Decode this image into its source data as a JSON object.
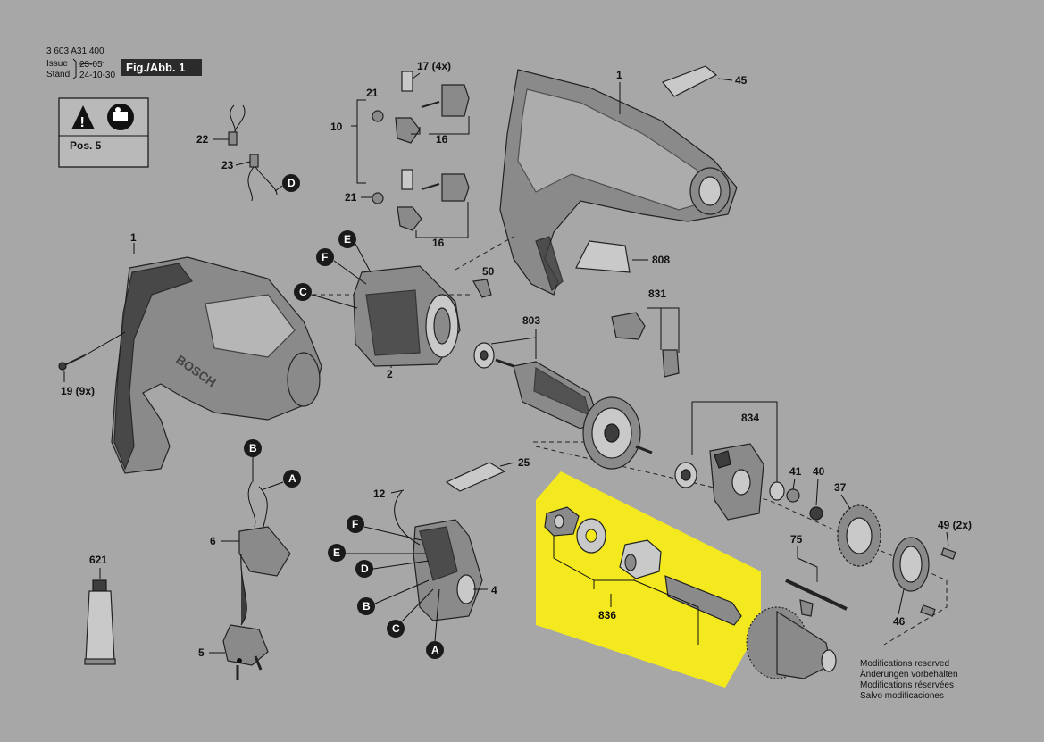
{
  "header": {
    "doc_number": "3 603 A31 400",
    "issue_label": "Issue",
    "stand_label": "Stand",
    "issue_old": "23-05",
    "issue_new": "24-10-30",
    "fig_label": "Fig./Abb. 1"
  },
  "warning_box": {
    "pos_label": "Pos. 5"
  },
  "part_labels": {
    "p1_top": "1",
    "p1_left": "1",
    "p2": "2",
    "p4": "4",
    "p5": "5",
    "p6": "6",
    "p10": "10",
    "p12": "12",
    "p16_a": "16",
    "p16_b": "16",
    "p17": "17 (4x)",
    "p19": "19 (9x)",
    "p21_a": "21",
    "p21_b": "21",
    "p22": "22",
    "p23": "23",
    "p25": "25",
    "p37": "37",
    "p40": "40",
    "p41": "41",
    "p45": "45",
    "p46": "46",
    "p49": "49 (2x)",
    "p50": "50",
    "p75": "75",
    "p621": "621",
    "p803": "803",
    "p808": "808",
    "p831": "831",
    "p834": "834",
    "p836": "836"
  },
  "connectors": {
    "A": "A",
    "B": "B",
    "C": "C",
    "D": "D",
    "E": "E",
    "F": "F"
  },
  "product_logo": "BOSCH",
  "footer_notes": [
    "Modifications reserved",
    "Änderungen vorbehalten",
    "Modifications réservées",
    "Salvo modificaciones"
  ],
  "colors": {
    "background": "#a7a7a7",
    "highlight": "#f3e91e",
    "ink": "#111111"
  }
}
